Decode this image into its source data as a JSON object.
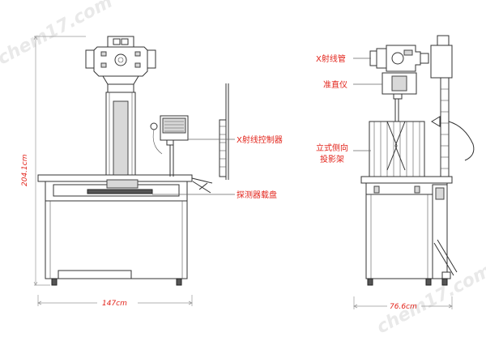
{
  "watermark": {
    "text_top": "chem17.com",
    "text_bottom": "chem17.com"
  },
  "front_view": {
    "labels": {
      "xray_controller": "X射线控制器",
      "detector_tray": "探测器载盘"
    },
    "dimensions": {
      "width": "147cm",
      "height": "204.1cm"
    }
  },
  "side_view": {
    "labels": {
      "xray_tube": "X射线管",
      "collimator": "准直仪",
      "lateral_stand_line1": "立式侧向",
      "lateral_stand_line2": "投影架"
    },
    "dimensions": {
      "width": "76.6cm"
    }
  },
  "colors": {
    "label": "#e2231a",
    "line": "#333333",
    "watermark": "#e9e9e9"
  }
}
